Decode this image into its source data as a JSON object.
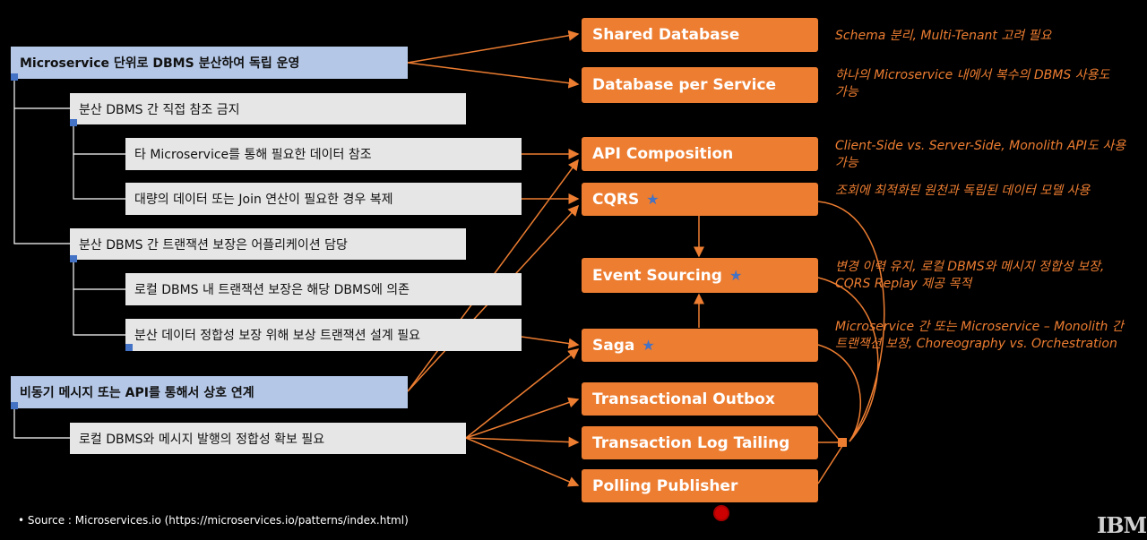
{
  "left": {
    "main1": "Microservice 단위로 DBMS 분산하여 독립 운영",
    "sub1": "분산 DBMS 간 직접 참조 금지",
    "sub1a": "타 Microservice를 통해 필요한 데이터 참조",
    "sub1b": "대량의 데이터 또는 Join 연산이 필요한 경우 복제",
    "sub2": "분산 DBMS 간 트랜잭션 보장은 어플리케이션 담당",
    "sub2a": "로컬 DBMS 내 트랜잭션 보장은 해당 DBMS에 의존",
    "sub2b": "분산 데이터 정합성 보장 위해 보상 트랜잭션 설계 필요",
    "main2": "비동기 메시지 또는 API를 통해서 상호 연계",
    "sub3": "로컬 DBMS와 메시지 발행의 정합성 확보 필요"
  },
  "patterns": {
    "shared_db": "Shared Database",
    "db_per_service": "Database per Service",
    "api_composition": "API Composition",
    "cqrs": "CQRS",
    "event_sourcing": "Event Sourcing",
    "saga": "Saga",
    "transactional_outbox": "Transactional Outbox",
    "transaction_log_tailing": "Transaction Log Tailing",
    "polling_publisher": "Polling Publisher",
    "star": "★"
  },
  "notes": {
    "shared_db": "Schema 분리, Multi-Tenant 고려 필요",
    "db_per_service": "하나의 Microservice 내에서 복수의 DBMS 사용도 가능",
    "api_composition": "Client-Side vs. Server-Side, Monolith API도 사용 가능",
    "cqrs": "조회에 최적화된 원천과 독립된 데이터 모델 사용",
    "event_sourcing": "변경 이력 유지, 로컬 DBMS와 메시지 정합성 보장, CQRS Replay 제공 목적",
    "saga": "Microservice 간 또는 Microservice – Monolith 간 트랜잭션 보장, Choreography vs. Orchestration"
  },
  "footer": {
    "source": "• Source : Microservices.io (https://microservices.io/patterns/index.html)",
    "logo": "IBM"
  },
  "colors": {
    "accent": "#ed7d31",
    "main_box": "#b4c7e7",
    "sub_box": "#e6e6e6",
    "marker": "#4472c4"
  }
}
